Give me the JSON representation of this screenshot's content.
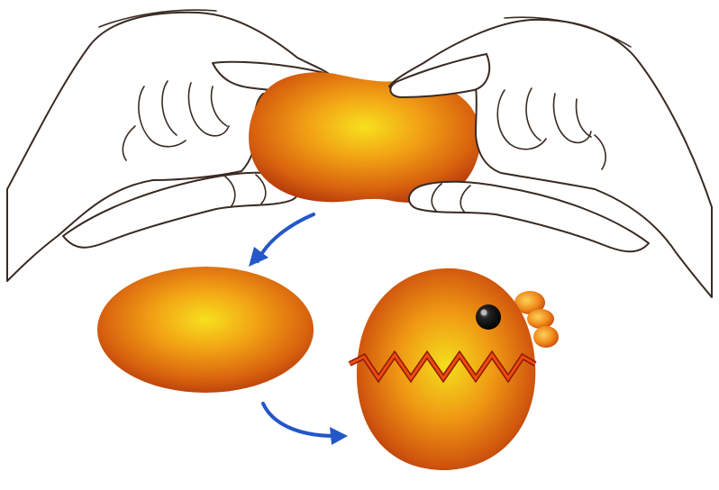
{
  "figure": {
    "description_visible_text": "",
    "colors": {
      "clay_center": "#f7e01e",
      "clay_mid": "#f29a12",
      "clay_edge": "#c0410c",
      "arrow": "#2457c8",
      "zigzag": "#d61a10",
      "eye": "#111111"
    },
    "steps": [
      {
        "name": "squeeze-clay-with-hands"
      },
      {
        "name": "shape-oval-egg"
      },
      {
        "name": "decorate-chick-egg"
      }
    ]
  }
}
